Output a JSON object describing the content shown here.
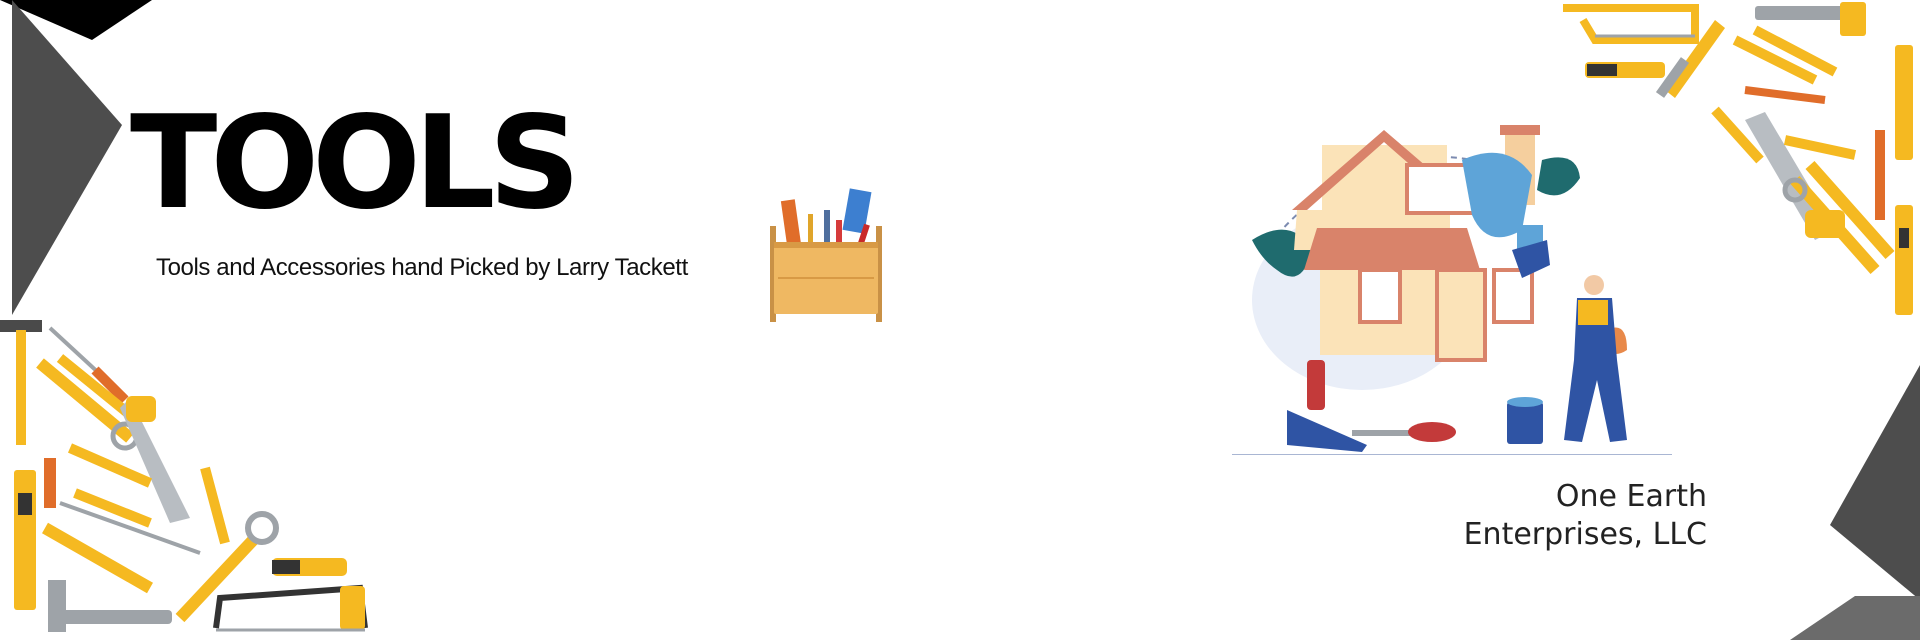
{
  "banner": {
    "title": "TOOLS",
    "subtitle": "Tools and Accessories hand Picked by Larry Tackett",
    "company_line1": "One Earth",
    "company_line2": "Enterprises, LLC"
  },
  "colors": {
    "dark_shape": "#4d4d4d",
    "black_shape": "#000000",
    "tool_yellow": "#f5b921",
    "tool_gray": "#9ea3a8",
    "house_wall": "#fbe3b8",
    "house_roof": "#d9836a",
    "paint_blue": "#2f54a4"
  },
  "icons": {
    "corner_decor_left": "hand-tools-cluster",
    "corner_decor_right": "hand-tools-cluster",
    "toolbox": "toolbox",
    "house_scene": "house-painter-illustration"
  }
}
